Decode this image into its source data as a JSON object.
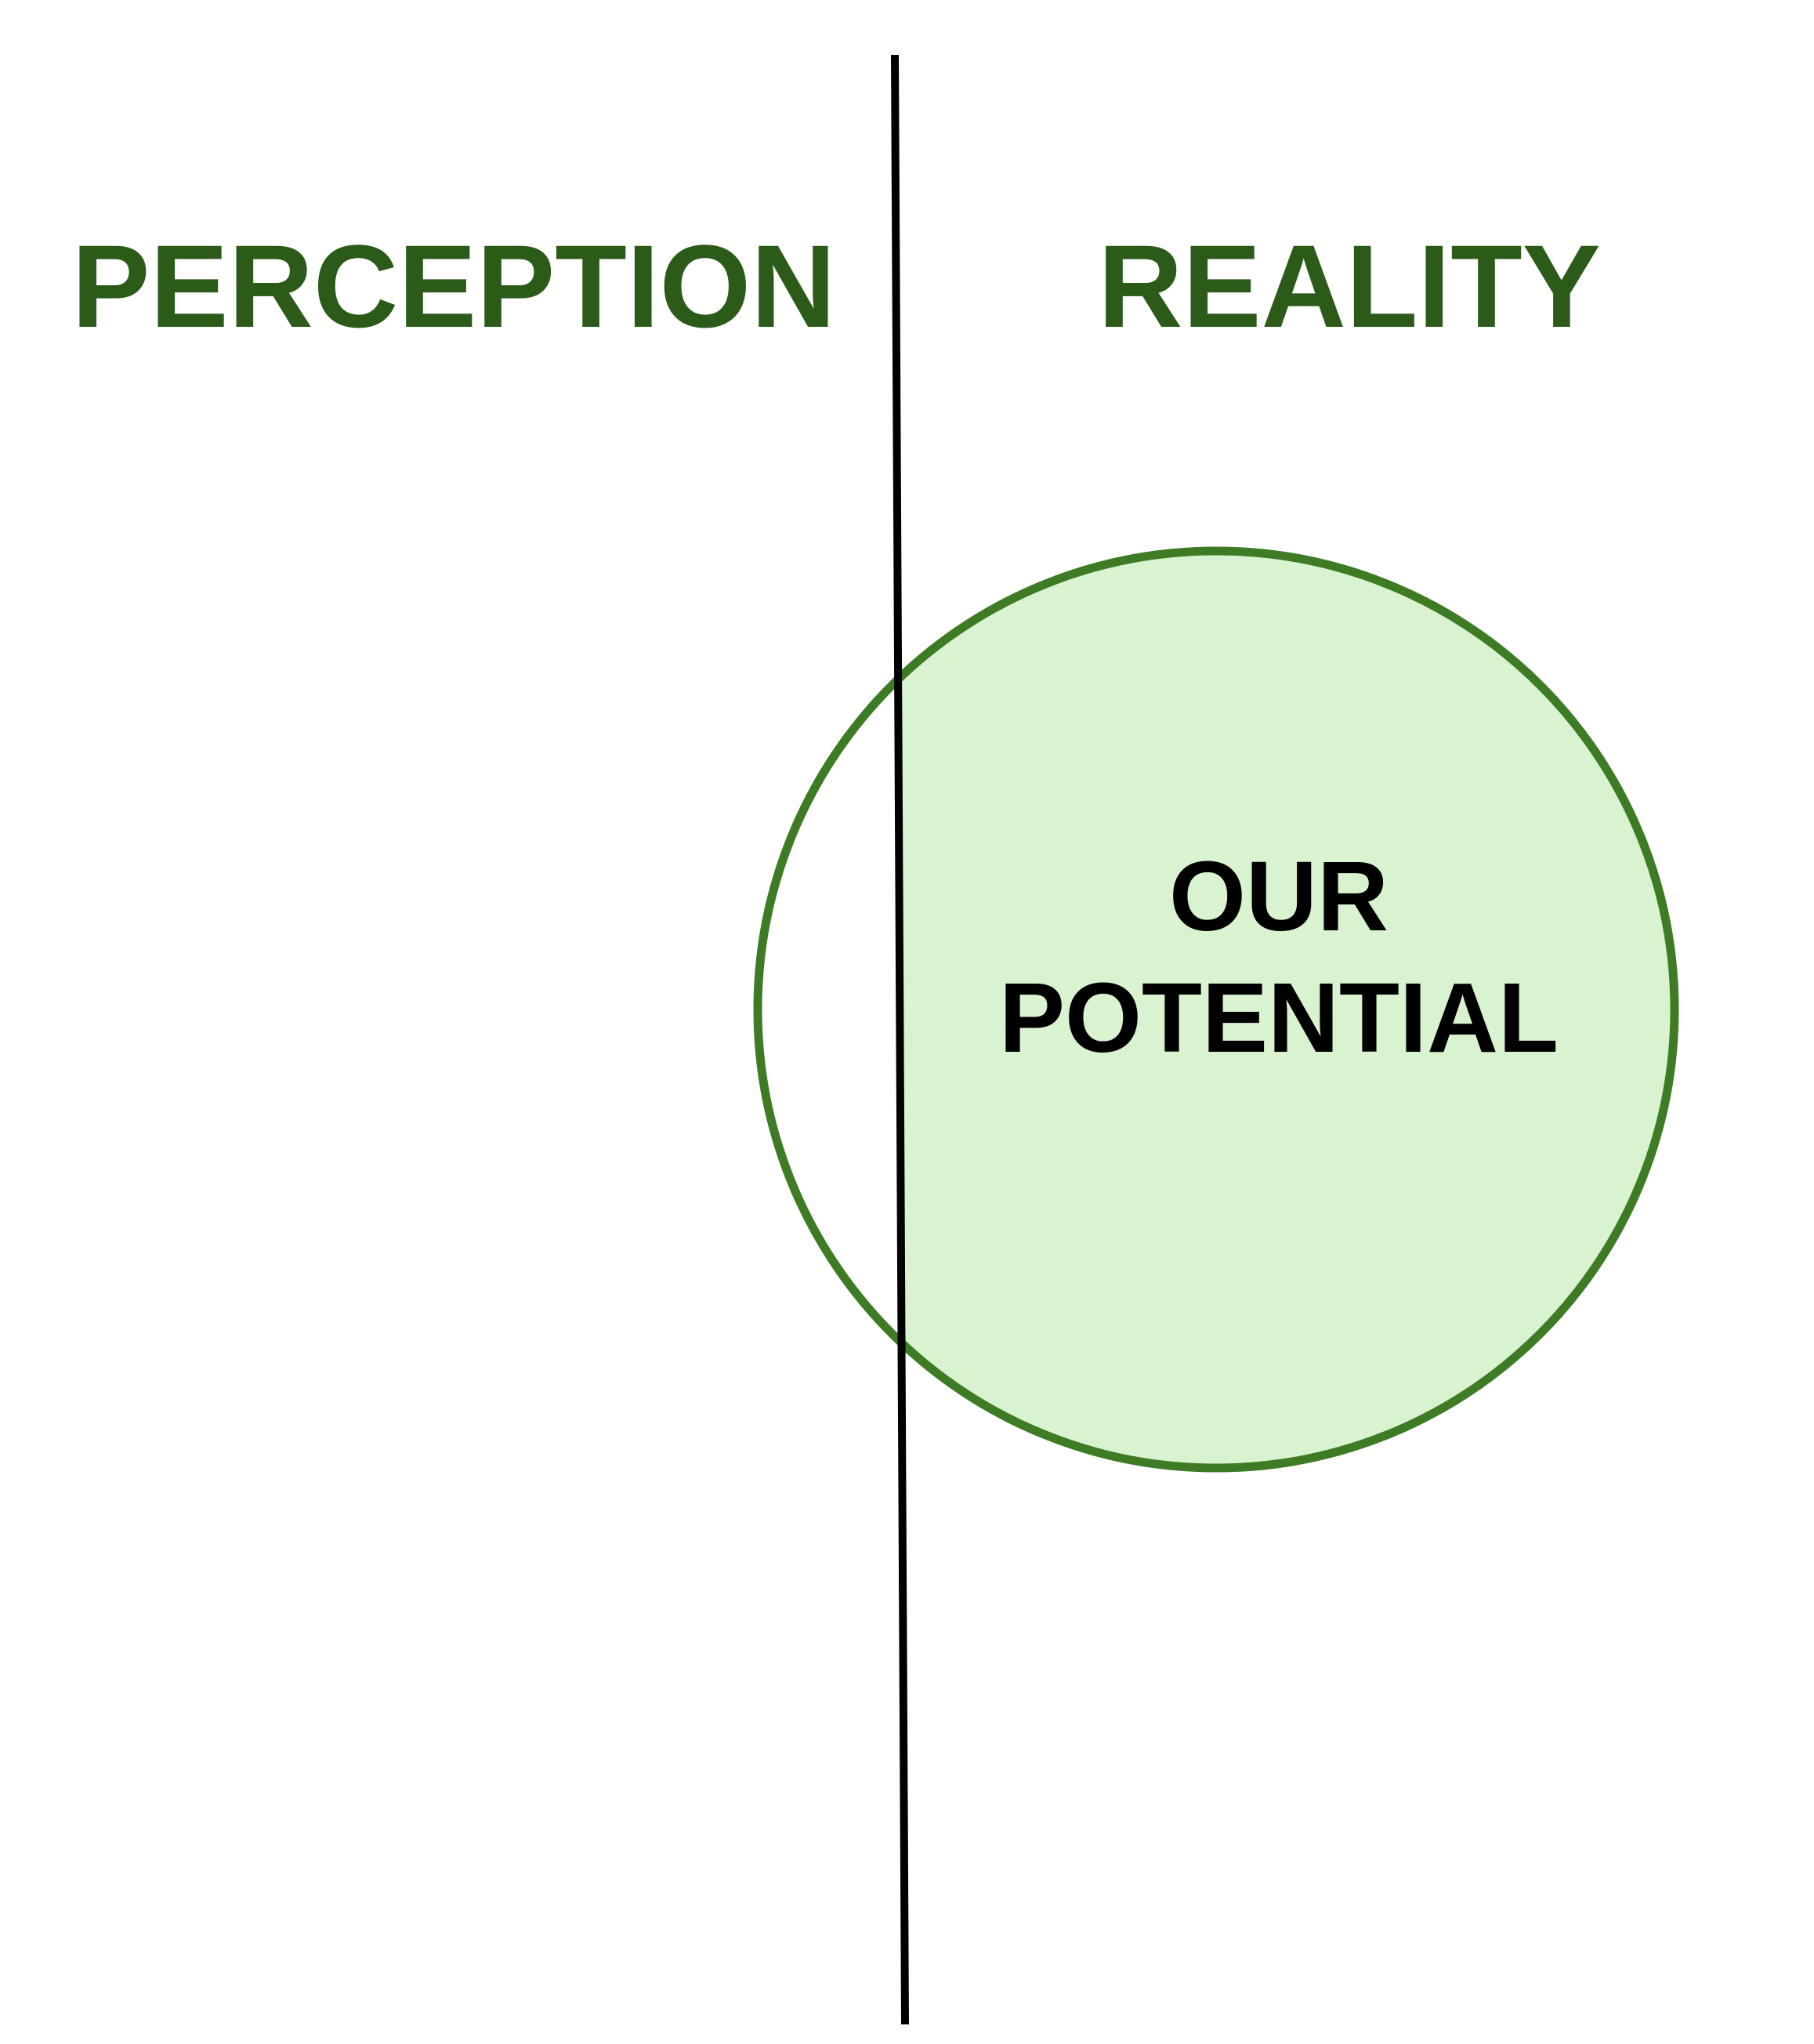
{
  "left_heading": "PERCEPTION",
  "right_heading": "REALITY",
  "circle_label": {
    "line1": "OUR",
    "line2": "POTENTIAL"
  },
  "colors": {
    "heading": "#2b5a19",
    "circle_stroke": "#3d7b25",
    "circle_fill": "#d9f2d0",
    "divider": "#000000",
    "label": "#000000"
  }
}
